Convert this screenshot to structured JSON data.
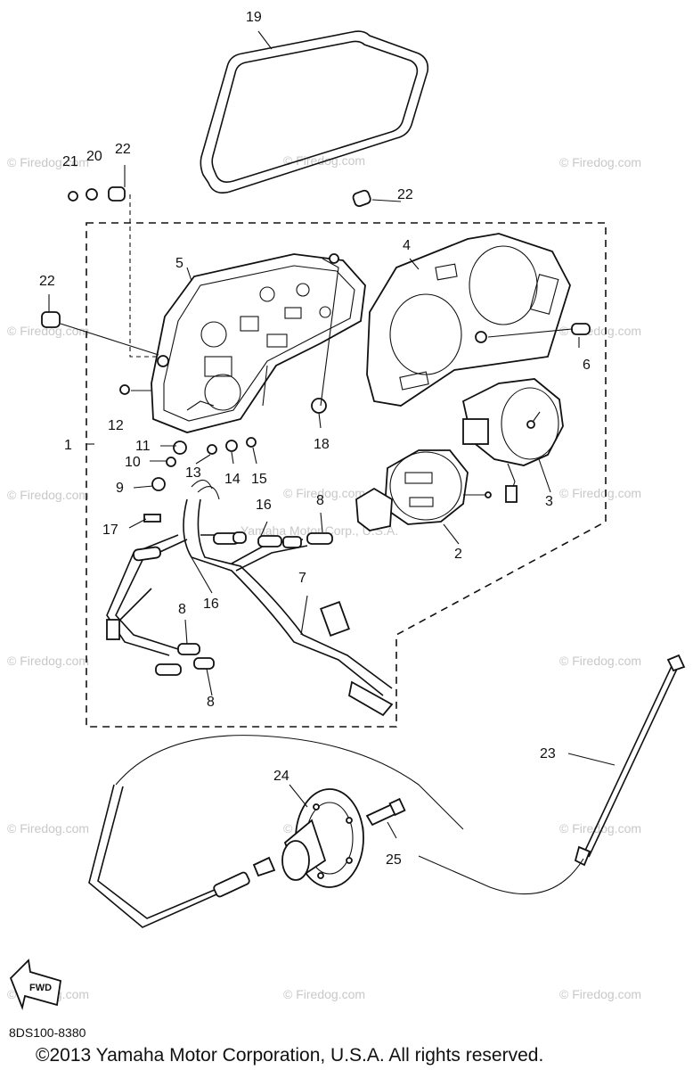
{
  "watermark": "© Firedog.com",
  "watermark_faint": "Yamaha Motor Corp., U.S.A.",
  "callouts": {
    "c1": "1",
    "c2": "2",
    "c3": "3",
    "c4": "4",
    "c5": "5",
    "c6": "6",
    "c7": "7",
    "c8a": "8",
    "c8b": "8",
    "c8c": "8",
    "c9": "9",
    "c10": "10",
    "c11": "11",
    "c12": "12",
    "c13": "13",
    "c14": "14",
    "c15": "15",
    "c16a": "16",
    "c16b": "16",
    "c17": "17",
    "c18": "18",
    "c19": "19",
    "c20": "20",
    "c21": "21",
    "c22a": "22",
    "c22b": "22",
    "c22c": "22",
    "c23": "23",
    "c24": "24",
    "c25": "25"
  },
  "fwd_label": "FWD",
  "part_code": "8DS100-8380",
  "copyright": "©2013 Yamaha Motor Corporation, U.S.A. All rights reserved."
}
